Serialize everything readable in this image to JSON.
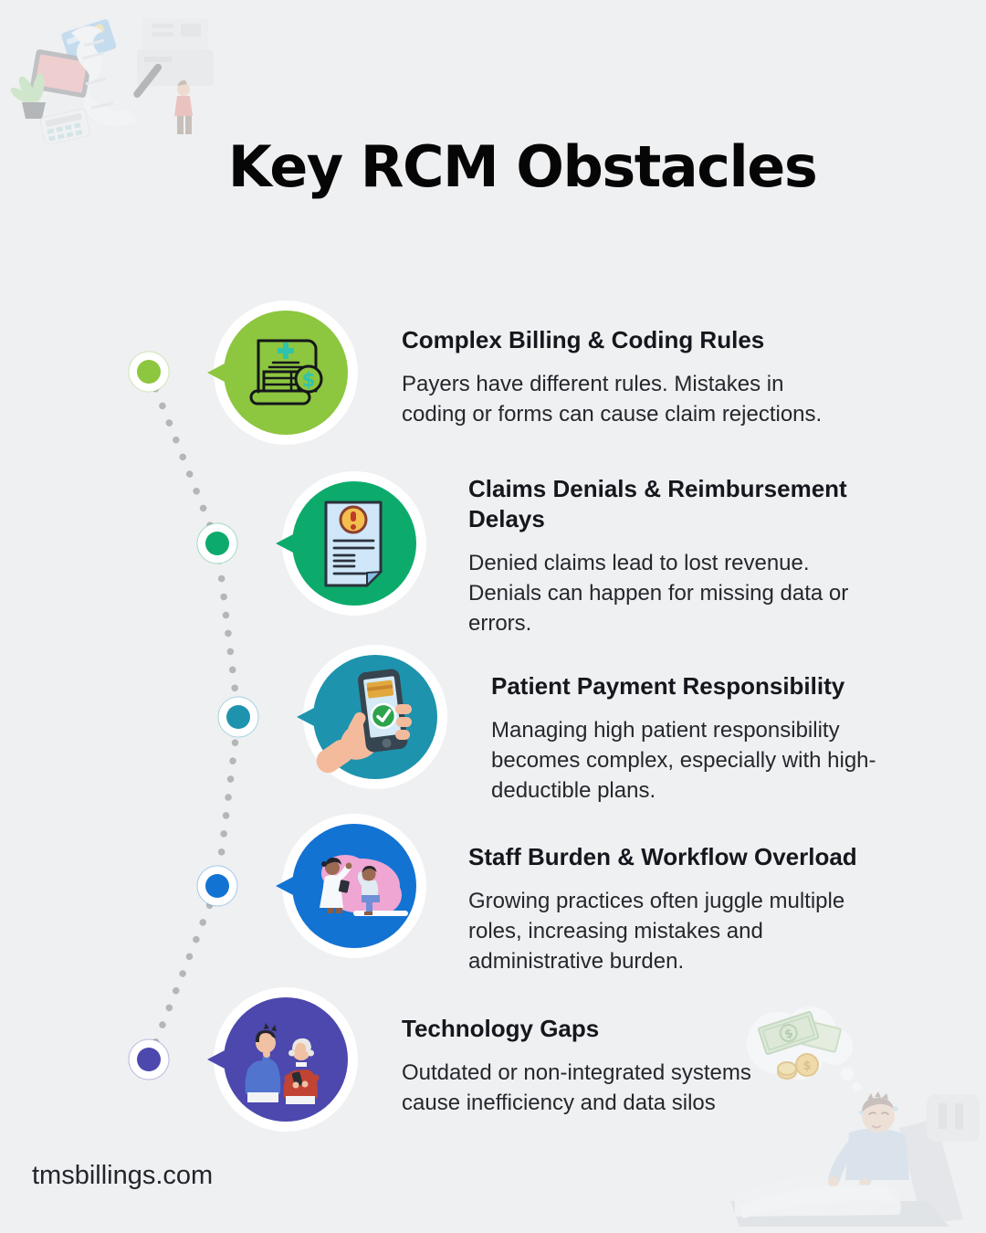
{
  "page": {
    "title": "Key RCM Obstacles",
    "footer": "tmsbillings.com",
    "background_color": "#eff0f2"
  },
  "timeline": {
    "dot_color": "#b4b6b8"
  },
  "items": [
    {
      "title_lines": [
        "Complex Billing & Coding Rules"
      ],
      "desc_lines": [
        "Payers have different rules. Mistakes in",
        "coding or forms can cause claim rejections."
      ],
      "color": "#8dc63f",
      "icon": "medical-bill-icon"
    },
    {
      "title_lines": [
        "Claims Denials & Reimbursement",
        "Delays"
      ],
      "desc_lines": [
        "Denied claims lead to lost revenue.",
        "Denials can happen for missing data or",
        "errors."
      ],
      "color": "#0cab6c",
      "icon": "denied-claim-icon"
    },
    {
      "title_lines": [
        "Patient Payment Responsibility"
      ],
      "desc_lines": [
        "Managing high patient responsibility",
        "becomes complex, especially with high-",
        "deductible plans."
      ],
      "color": "#1e93ae",
      "icon": "mobile-payment-icon"
    },
    {
      "title_lines": [
        "Staff Burden & Workflow Overload"
      ],
      "desc_lines": [
        "Growing practices often juggle multiple",
        "roles, increasing mistakes and",
        "administrative burden."
      ],
      "color": "#1273d2",
      "icon": "doctor-patient-icon"
    },
    {
      "title_lines": [
        "Technology Gaps"
      ],
      "desc_lines": [
        "Outdated or non-integrated systems",
        "cause inefficiency and data silos"
      ],
      "color": "#4c48ad",
      "icon": "seniors-with-phone-icon"
    }
  ],
  "decorations": {
    "top_left": "billing-paperwork-illustration",
    "bottom_right": "patient-hospital-bill-worry-illustration"
  }
}
